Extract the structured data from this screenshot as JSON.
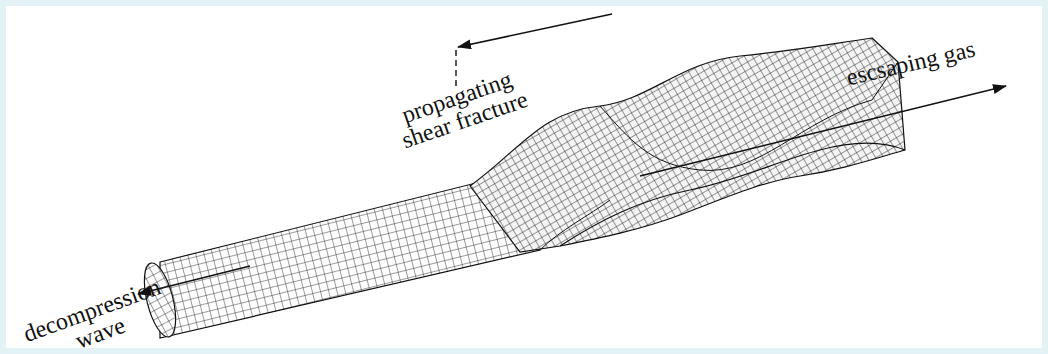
{
  "diagram": {
    "labels": [
      "propagating shear fracture",
      "escsaping gas",
      "decompression wave"
    ]
  }
}
